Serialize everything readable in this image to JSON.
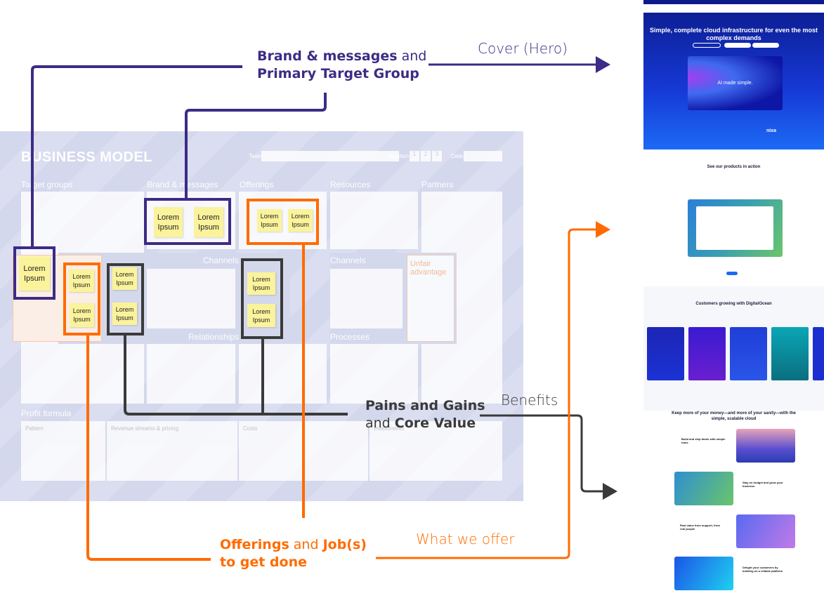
{
  "canvas": {
    "title": "BUSINESS MODEL",
    "team_label": "Team",
    "iteration_label": "Iteration",
    "iterations": [
      "1",
      "2",
      "3"
    ],
    "date_label": "Date",
    "sections": {
      "target_groups": "Target groups",
      "brand": "Brand & messages",
      "offerings": "Offerings",
      "resources": "Resources",
      "partners": "Partners",
      "channels_left": "Channels",
      "channels_right": "Channels",
      "relationships": "Relationships",
      "processes": "Processes",
      "unfair_advantage": "Unfair advantage",
      "profit_formula": "Profit formula",
      "pattern": "Pattern",
      "revenue": "Revenue streams & pricing",
      "costs": "Costs",
      "investments": "Investments"
    },
    "sticky_text": "Lorem Ipsum"
  },
  "annotations": {
    "brand_bold1": "Brand & messages",
    "brand_and": " and",
    "brand_bold2": "Primary Target Group",
    "cover": "Cover (Hero)",
    "pains_bold": "Pains and Gains",
    "pains_and": "and ",
    "core_bold": "Core Value",
    "benefits": "Benefits",
    "offer_bold1": "Offerings",
    "offer_and": " and ",
    "offer_bold2": "Job(s)",
    "offer_bold3": "to get done",
    "what_we_offer": "What we offer"
  },
  "website": {
    "hero_title": "Simple, complete cloud infrastructure for even the most complex demands",
    "hero_image_text": "AI made simple.",
    "logos": [
      "nixa"
    ],
    "section2_title": "See our products in action",
    "section3_title": "Customers growing with DigitalOcean",
    "section4_title": "Keep more of your money—and more of your sanity—with the simple, scalable cloud",
    "features": [
      "Build and ship faster with simple tools",
      "Stay on budget and grow your business",
      "Real value from support, from real people",
      "Delight your customers by building on a reliable platform"
    ]
  },
  "colors": {
    "purple": "#3d2b85",
    "orange": "#ff6b00",
    "dark": "#3a3a3a",
    "sticky": "#fbf39b",
    "canvas": "#d7dbee"
  }
}
